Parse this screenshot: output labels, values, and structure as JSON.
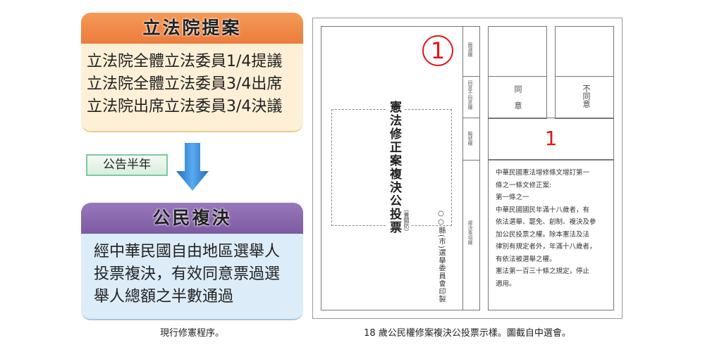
{
  "flow": {
    "step1_title": "立法院提案",
    "step1_lines": [
      "立法院全體立法委員1/4提議",
      "立法院全體立法委員3/4出席",
      "立法院出席立法委員3/4決議"
    ],
    "transition_label": "公告半年",
    "step2_title": "公民複決",
    "step2_lines": [
      "經中華民國自由地區選舉人",
      "投票複決，有效同意票過選",
      "舉人總額之半數通過"
    ],
    "caption": "現行修憲程序。"
  },
  "ballot": {
    "circle_number": "1",
    "title": "憲法修正案複決公投票",
    "anti_forgery": "(蓋關防)",
    "issuer": "○○縣(市)選舉委員會印製",
    "col_labels": [
      "圈選欄",
      "同意不同意欄",
      "編號欄",
      "複決事項欄"
    ],
    "agree": "同意",
    "disagree": "不同意",
    "number": "1",
    "text_lines": [
      "中華民國憲法增修條文增訂第一",
      "條之一條文修正案:",
      "第一條之一",
      "中華民國國民年滿十八歲者，有",
      "依法選舉、罷免、創制、複決及參",
      "加公民投票之權。除本憲法及法",
      "律別有規定者外，年滿十八歲者，",
      "有依法被選舉之權。",
      "憲法第一百三十條之規定，停止",
      "適用。"
    ],
    "caption": "18 歲公民權修案複決公投票示樣。圖截自中選會。"
  },
  "colors": {
    "orange": "#ef8a4a",
    "cream": "#fdf0d6",
    "purple": "#8a66ad",
    "lightblue": "#dcecf8",
    "red": "#e0141b",
    "arrow": "#3a8fd6"
  }
}
